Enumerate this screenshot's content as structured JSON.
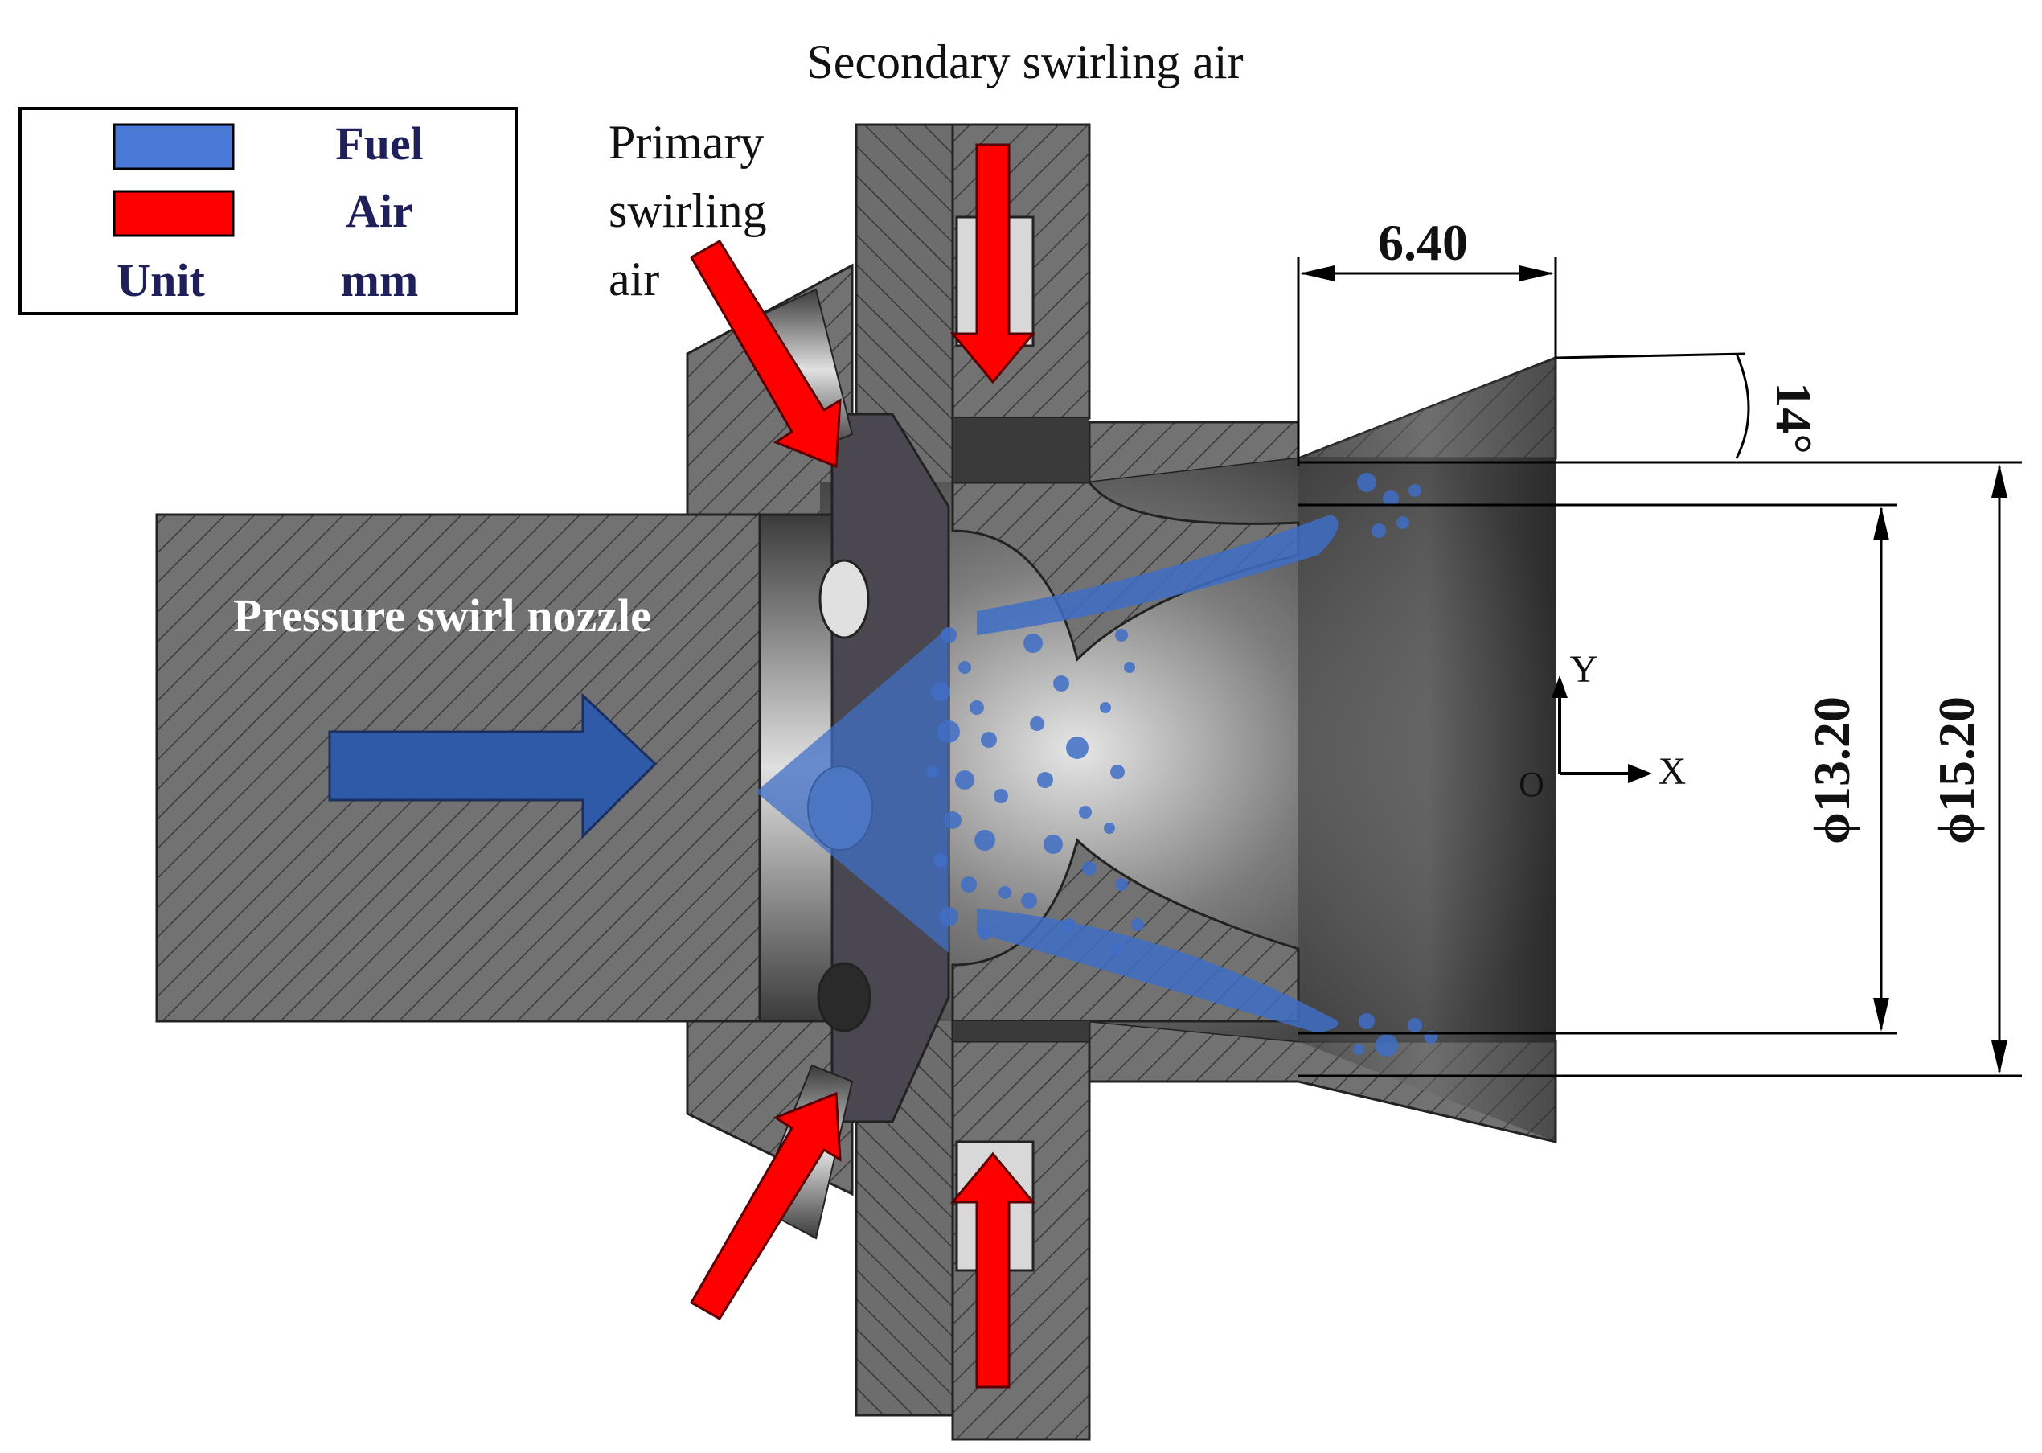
{
  "legend": {
    "fuel_label": "Fuel",
    "air_label": "Air",
    "unit_label": "Unit",
    "unit_value": "mm"
  },
  "labels": {
    "secondary_air": "Secondary swirling air",
    "primary_air_line1": "Primary",
    "primary_air_line2": "swirling",
    "primary_air_line3": "air",
    "nozzle": "Pressure swirl nozzle"
  },
  "dimensions": {
    "length": "6.40",
    "angle": "14°",
    "inner_diameter": "ϕ13.20",
    "outer_diameter": "ϕ15.20"
  },
  "axes": {
    "x": "X",
    "y": "Y",
    "origin": "O"
  },
  "colors": {
    "fuel": "#3f6fc6",
    "air": "#ff0000",
    "metal": "#6f6f6f",
    "label_dark": "#1f1f5a"
  }
}
